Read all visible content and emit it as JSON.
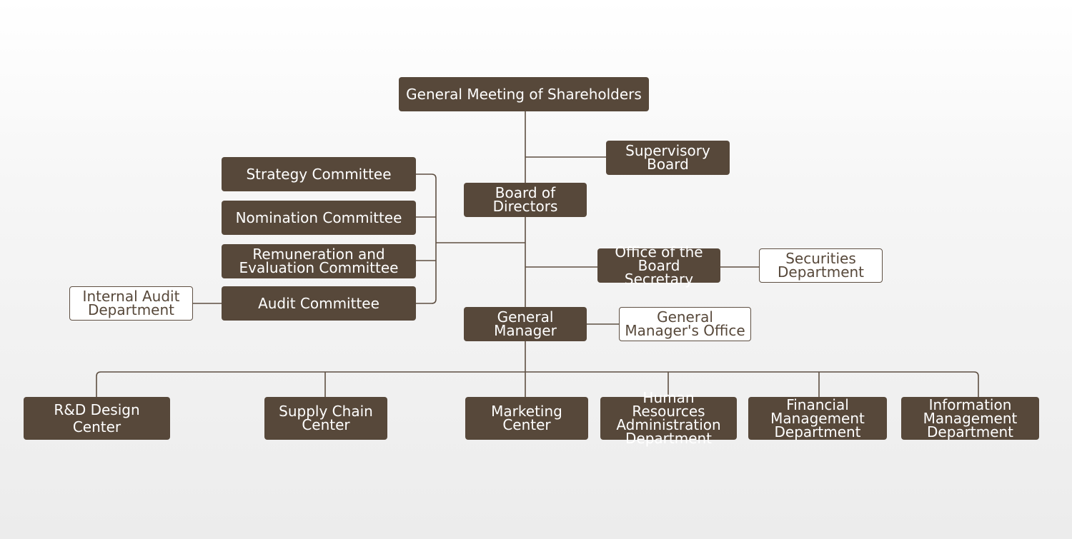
{
  "colors": {
    "box_fill": "#57483a",
    "box_text": "#ffffff",
    "outline": "#5e4f42",
    "line": "#5e4f42"
  },
  "nodes": {
    "shareholders": "General Meeting of Shareholders",
    "supervisory": "Supervisory\nBoard",
    "board": "Board of\nDirectors",
    "strategy": "Strategy Committee",
    "nomination": "Nomination Committee",
    "remuneration": "Remuneration and\nEvaluation Committee",
    "audit_committee": "Audit Committee",
    "internal_audit": "Internal Audit\nDepartment",
    "board_secretary": "Office of the\nBoard Secretary",
    "securities": "Securities\nDepartment",
    "general_manager": "General\nManager",
    "gm_office": "General\nManager's Office",
    "rd": "R&D Design Center",
    "supply_chain": "Supply Chain\nCenter",
    "marketing": "Marketing\nCenter",
    "hr": "Human Resources\nAdministration\nDepartment",
    "financial": "Financial\nManagement\nDepartment",
    "information": "Information\nManagement\nDepartment"
  }
}
